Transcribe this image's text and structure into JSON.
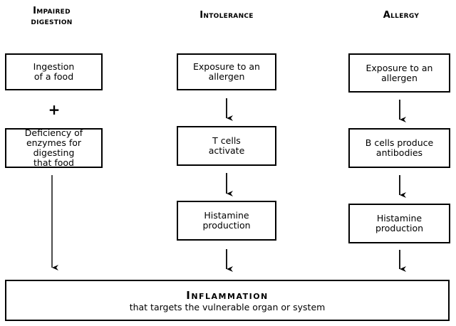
{
  "columns": {
    "impaired": {
      "heading": "Impaired\ndigestion",
      "box1": "Ingestion\nof a food",
      "connector": "+",
      "box2": "Deficiency of\nenzymes for digesting\nthat food"
    },
    "intolerance": {
      "heading": "Intolerance",
      "box1": "Exposure to an\nallergen",
      "box2": "T cells\nactivate",
      "box3": "Histamine\nproduction"
    },
    "allergy": {
      "heading": "Allergy",
      "box1": "Exposure to an\nallergen",
      "box2": "B cells produce\nantibodies",
      "box3": "Histamine\nproduction"
    }
  },
  "inflammation": {
    "title": "Inflammation",
    "subtitle": "that targets the vulnerable organ or system"
  }
}
